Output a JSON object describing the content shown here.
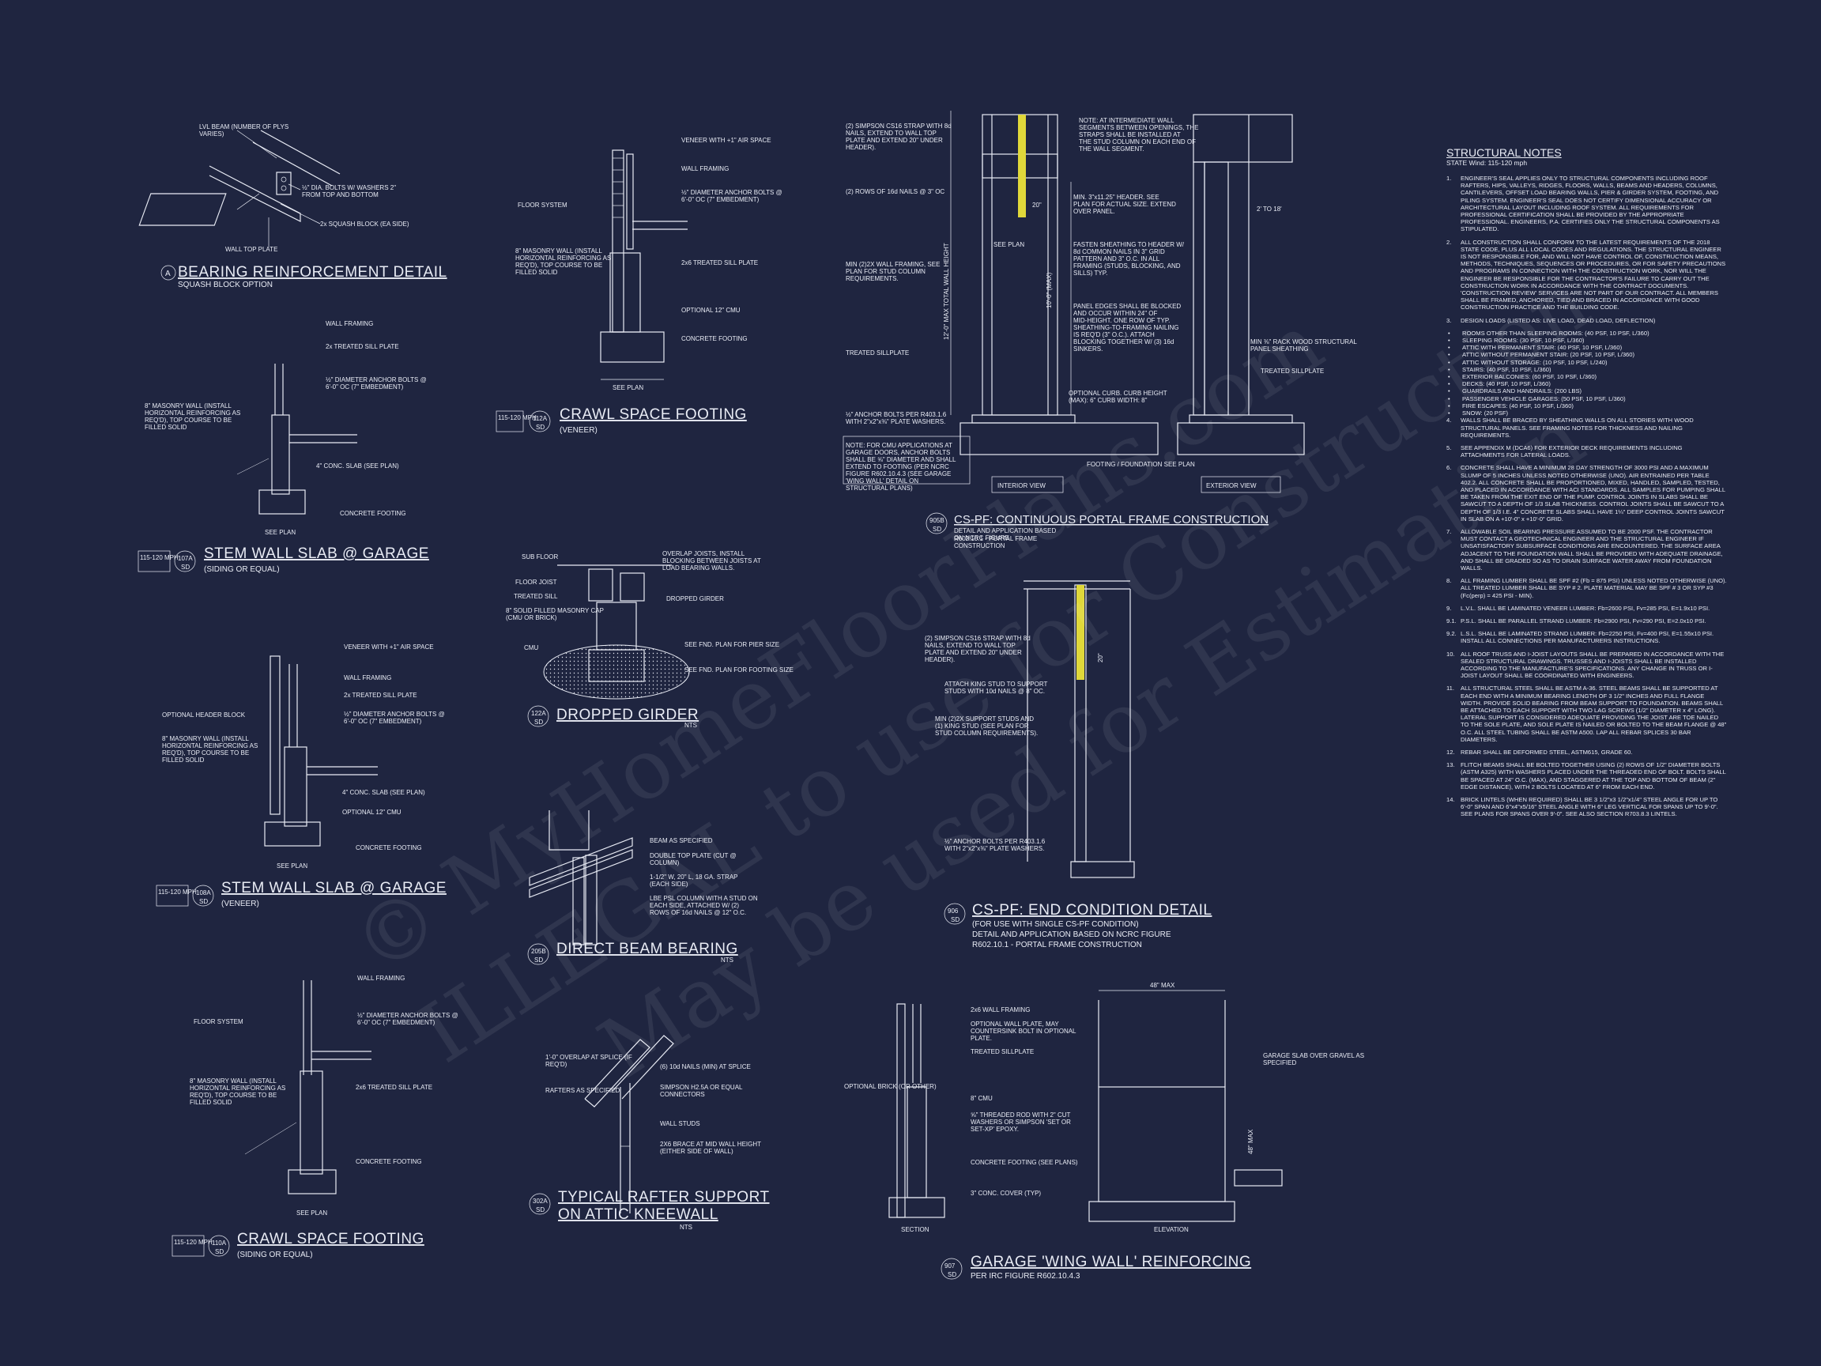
{
  "watermark": {
    "line1": "© MyHomeFloorPlans.com",
    "line2": "ILLEGAL to use for Construction",
    "line3": "May be used for Estimation"
  },
  "details": [
    {
      "id": "A",
      "ref": "A",
      "title": "BEARING REINFORCEMENT DETAIL",
      "subtitle": "SQUASH BLOCK OPTION",
      "callouts": [
        "LVL BEAM (NUMBER OF PLYS VARIES)",
        "½\" DIA. BOLTS W/ WASHERS 2\" FROM TOP AND BOTTOM",
        "2x SQUASH BLOCK (EA SIDE)",
        "WALL TOP PLATE"
      ]
    },
    {
      "id": "112A",
      "ref": "112A",
      "sheet": "SD",
      "wind": "115-120 MPH",
      "title": "CRAWL SPACE FOOTING",
      "subtitle": "(VENEER)",
      "callouts": [
        "VENEER WITH +1\" AIR SPACE",
        "WALL FRAMING",
        "½\" DIAMETER ANCHOR BOLTS @ 6'-0\" OC (7\" EMBEDMENT)",
        "FLOOR SYSTEM",
        "8\" MASONRY WALL (INSTALL HORIZONTAL REINFORCING AS REQ'D), TOP COURSE TO BE FILLED SOLID",
        "2x6 TREATED SILL PLATE",
        "OPTIONAL 12\" CMU",
        "CONCRETE FOOTING",
        "SEE PLAN"
      ]
    },
    {
      "id": "107A",
      "ref": "107A",
      "sheet": "SD",
      "wind": "115-120 MPH",
      "title": "STEM WALL SLAB @ GARAGE",
      "subtitle": "(SIDING OR EQUAL)",
      "callouts": [
        "WALL FRAMING",
        "2x TREATED SILL PLATE",
        "½\" DIAMETER ANCHOR BOLTS @ 6'-0\" OC (7\" EMBEDMENT)",
        "8\" MASONRY WALL (INSTALL HORIZONTAL REINFORCING AS REQ'D), TOP COURSE TO BE FILLED SOLID",
        "4\" CONC. SLAB (SEE PLAN)",
        "CONCRETE FOOTING",
        "SEE PLAN"
      ]
    },
    {
      "id": "122A",
      "ref": "122A",
      "sheet": "SD",
      "title": "DROPPED GIRDER",
      "subtitle": "NTS",
      "callouts": [
        "SUB FLOOR",
        "OVERLAP JOISTS, INSTALL BLOCKING BETWEEN JOISTS AT LOAD BEARING WALLS.",
        "FLOOR JOIST",
        "TREATED SILL",
        "8\" SOLID FILLED MASONRY CAP (CMU OR BRICK)",
        "DROPPED GIRDER",
        "CMU",
        "SEE FND. PLAN FOR PIER SIZE",
        "SEE FND. PLAN FOR FOOTING SIZE"
      ]
    },
    {
      "id": "108A",
      "ref": "108A",
      "sheet": "SD",
      "wind": "115-120 MPH",
      "title": "STEM WALL SLAB @ GARAGE",
      "subtitle": "(VENEER)",
      "callouts": [
        "VENEER WITH +1\" AIR SPACE",
        "WALL FRAMING",
        "OPTIONAL HEADER BLOCK",
        "2x TREATED SILL PLATE",
        "½\" DIAMETER ANCHOR BOLTS @ 6'-0\" OC (7\" EMBEDMENT)",
        "8\" MASONRY WALL (INSTALL HORIZONTAL REINFORCING AS REQ'D), TOP COURSE TO BE FILLED SOLID",
        "4\" CONC. SLAB (SEE PLAN)",
        "OPTIONAL 12\" CMU",
        "CONCRETE FOOTING",
        "SEE PLAN"
      ]
    },
    {
      "id": "205B",
      "ref": "205B",
      "sheet": "SD",
      "title": "DIRECT BEAM BEARING",
      "subtitle": "NTS",
      "callouts": [
        "BEAM AS SPECIFIED",
        "DOUBLE TOP PLATE (CUT @ COLUMN)",
        "1-1/2\" W, 20\" L, 18 GA. STRAP (EACH SIDE)",
        "LBE PSL COLUMN WITH A STUD ON EACH SIDE, ATTACHED W/ (2) ROWS OF 16d NAILS @ 12\" O.C."
      ]
    },
    {
      "id": "110A",
      "ref": "110A",
      "sheet": "SD",
      "wind": "115-120 MPH",
      "title": "CRAWL SPACE FOOTING",
      "subtitle": "(SIDING OR EQUAL)",
      "callouts": [
        "WALL FRAMING",
        "½\" DIAMETER ANCHOR BOLTS @ 6'-0\" OC (7\" EMBEDMENT)",
        "FLOOR SYSTEM",
        "8\" MASONRY WALL (INSTALL HORIZONTAL REINFORCING AS REQ'D), TOP COURSE TO BE FILLED SOLID",
        "2x6 TREATED SILL PLATE",
        "CONCRETE FOOTING",
        "SEE PLAN"
      ]
    },
    {
      "id": "302A",
      "ref": "302A",
      "sheet": "SD",
      "title": "TYPICAL RAFTER SUPPORT",
      "title2": "ON ATTIC KNEEWALL",
      "subtitle": "NTS",
      "callouts": [
        "1'-0\" OVERLAP AT SPLICE (IF REQ'D)",
        "(6) 10d NAILS (MIN) AT SPLICE",
        "RAFTERS AS SPECIFIED",
        "SIMPSON H2.5A OR EQUAL CONNECTORS",
        "WALL STUDS",
        "2X6 BRACE AT MID WALL HEIGHT (EITHER SIDE OF WALL)"
      ]
    },
    {
      "id": "905B",
      "ref": "905B",
      "sheet": "SD",
      "title": "CS-PF: CONTINUOUS PORTAL FRAME CONSTRUCTION",
      "subtitle": "DETAIL AND APPLICATION BASED ON NCRC FIGURE",
      "subtitle2": "R602.10.1 - PORTAL FRAME CONSTRUCTION",
      "callouts": [
        "(2) SIMPSON CS16 STRAP WITH 8d NAILS, EXTEND TO WALL TOP PLATE AND EXTEND 20\" UNDER HEADER).",
        "(2) ROWS OF 16d NAILS @ 3\" OC",
        "MIN (2)2X WALL FRAMING, SEE PLAN FOR STUD COLUMN REQUIREMENTS.",
        "TREATED SILLPLATE",
        "½\" ANCHOR BOLTS PER R403.1.6 WITH 2\"x2\"x⅜\" PLATE WASHERS.",
        "NOTE: FOR CMU APPLICATIONS AT GARAGE DOORS, ANCHOR BOLTS SHALL BE ⅝\" DIAMETER AND SHALL EXTEND TO FOOTING (PER NCRC FIGURE R602.10.4.3 (SEE GARAGE 'WING WALL' DETAIL ON STRUCTURAL PLANS)",
        "NOTE: AT INTERMEDIATE WALL SEGMENTS BETWEEN OPENINGS, THE STRAPS SHALL BE INSTALLED AT THE STUD COLUMN ON EACH END OF THE WALL SEGMENT.",
        "MIN. 3\"x11.25\" HEADER. SEE PLAN FOR ACTUAL SIZE. EXTEND OVER PANEL.",
        "FASTEN SHEATHING TO HEADER W/ 8d COMMON NAILS IN 3\" GRID PATTERN AND 3\" O.C. IN ALL FRAMING (STUDS, BLOCKING, AND SILLS) TYP.",
        "PANEL EDGES SHALL BE BLOCKED AND OCCUR WITHIN 24\" OF MID-HEIGHT. ONE ROW OF TYP. SHEATHING-TO-FRAMING NAILING IS REQ'D (3\" O.C.). ATTACH BLOCKING TOGETHER W/ (3) 16d SINKERS.",
        "MIN ⅜\" RACK WOOD STRUCTURAL PANEL SHEATHING",
        "TREATED SILLPLATE",
        "OPTIONAL CURB. CURB HEIGHT (MAX): 6\" CURB WIDTH: 8\"",
        "FOOTING / FOUNDATION SEE PLAN",
        "2' TO 18'",
        "20\"",
        "SEE PLAN",
        "10'-0\" (MAX)",
        "12'-0\" MAX TOTAL WALL HEIGHT"
      ],
      "view1": "INTERIOR VIEW",
      "view2": "EXTERIOR VIEW"
    },
    {
      "id": "906",
      "ref": "906",
      "sheet": "SD",
      "title": "CS-PF: END CONDITION DETAIL",
      "subtitle": "(FOR USE WITH SINGLE CS-PF CONDITION)",
      "subtitle2": "DETAIL AND APPLICATION BASED ON NCRC FIGURE",
      "subtitle3": "R602.10.1 - PORTAL FRAME CONSTRUCTION",
      "callouts": [
        "(2) SIMPSON CS16 STRAP WITH 8d NAILS, EXTEND TO WALL TOP PLATE AND EXTEND 20\" UNDER HEADER).",
        "ATTACH KING STUD TO SUPPORT STUDS WITH 10d NAILS @ 8\" OC.",
        "MIN (2)2X SUPPORT STUDS AND (1) KING STUD (SEE PLAN FOR STUD COLUMN REQUIREMENTS).",
        "½\" ANCHOR BOLTS PER R403.1.6 WITH 2\"x2\"x⅜\" PLATE WASHERS.",
        "20\""
      ]
    },
    {
      "id": "907",
      "ref": "907",
      "sheet": "SD",
      "title": "GARAGE 'WING WALL' REINFORCING",
      "subtitle": "PER IRC FIGURE R602.10.4.3",
      "callouts": [
        "2x6 WALL FRAMING",
        "OPTIONAL WALL PLATE, MAY COUNTERSINK BOLT IN OPTIONAL PLATE.",
        "TREATED SILLPLATE",
        "OPTIONAL BRICK (OR OTHER)",
        "8\" CMU",
        "⅝\" THREADED ROD WITH 2\" CUT WASHERS OR SIMPSON 'SET OR SET-XP' EPOXY.",
        "CONCRETE FOOTING (SEE PLANS)",
        "3\" CONC. COVER (TYP)",
        "GARAGE SLAB OVER GRAVEL AS SPECIFIED",
        "48\" MAX",
        "48\" MAX",
        "SECTION",
        "ELEVATION"
      ]
    }
  ],
  "structural_notes": {
    "title": "STRUCTURAL NOTES",
    "state": "STATE Wind: 115-120 mph",
    "items": [
      {
        "n": "1.",
        "text": "ENGINEER'S SEAL APPLIES ONLY TO STRUCTURAL COMPONENTS INCLUDING ROOF RAFTERS, HIPS, VALLEYS, RIDGES, FLOORS, WALLS, BEAMS AND HEADERS, COLUMNS, CANTILEVERS, OFFSET LOAD BEARING WALLS, PIER & GIRDER SYSTEM, FOOTING, AND PILING SYSTEM. ENGINEER'S SEAL DOES NOT CERTIFY DIMENSIONAL ACCURACY OR ARCHITECTURAL LAYOUT INCLUDING ROOF SYSTEM. ALL REQUIREMENTS FOR PROFESSIONAL CERTIFICATION SHALL BE PROVIDED BY THE APPROPRIATE PROFESSIONAL. ENGINEERS, P.A. CERTIFIES ONLY THE STRUCTURAL COMPONENTS AS STIPULATED."
      },
      {
        "n": "2.",
        "text": "ALL CONSTRUCTION SHALL CONFORM TO THE LATEST REQUIREMENTS OF THE 2018 STATE CODE, PLUS ALL LOCAL CODES AND REGULATIONS. THE STRUCTURAL ENGINEER IS NOT RESPONSIBLE FOR, AND WILL NOT HAVE CONTROL OF, CONSTRUCTION MEANS, METHODS, TECHNIQUES, SEQUENCES OR PROCEDURES, OR FOR SAFETY PRECAUTIONS AND PROGRAMS IN CONNECTION WITH THE CONSTRUCTION WORK, NOR WILL THE ENGINEER BE RESPONSIBLE FOR THE CONTRACTOR'S FAILURE TO CARRY OUT THE CONSTRUCTION WORK IN ACCORDANCE WITH THE CONTRACT DOCUMENTS. 'CONSTRUCTION REVIEW' SERVICES ARE NOT PART OF OUR CONTRACT. ALL MEMBERS SHALL BE FRAMED, ANCHORED, TIED AND BRACED IN ACCORDANCE WITH GOOD CONSTRUCTION PRACTICE AND THE BUILDING CODE."
      },
      {
        "n": "3.",
        "text": "DESIGN LOADS (LISTED AS: LIVE LOAD, DEAD LOAD, DEFLECTION)"
      },
      {
        "n": "•",
        "text": "ROOMS OTHER THAN SLEEPING ROOMS: (40 PSF, 10 PSF, L/360)"
      },
      {
        "n": "•",
        "text": "SLEEPING ROOMS: (30 PSF, 10 PSF, L/360)"
      },
      {
        "n": "•",
        "text": "ATTIC WITH PERMANENT STAIR: (40 PSF, 10 PSF, L/360)"
      },
      {
        "n": "•",
        "text": "ATTIC WITHOUT PERMANENT STAIR: (20 PSF, 10 PSF, L/360)"
      },
      {
        "n": "•",
        "text": "ATTIC WITHOUT STORAGE: (10 PSF, 10 PSF, L/240)"
      },
      {
        "n": "•",
        "text": "STAIRS: (40 PSF, 10 PSF, L/360)"
      },
      {
        "n": "•",
        "text": "EXTERIOR BALCONIES: (60 PSF, 10 PSF, L/360)"
      },
      {
        "n": "•",
        "text": "DECKS: (40 PSF, 10 PSF, L/360)"
      },
      {
        "n": "•",
        "text": "GUARDRAILS AND HANDRAILS: (200 LBS)"
      },
      {
        "n": "•",
        "text": "PASSENGER VEHICLE GARAGES: (50 PSF, 10 PSF, L/360)"
      },
      {
        "n": "•",
        "text": "FIRE ESCAPES: (40 PSF, 10 PSF, L/360)"
      },
      {
        "n": "•",
        "text": "SNOW: (20 PSF)"
      },
      {
        "n": "4.",
        "text": "WALLS SHALL BE BRACED BY SHEATHING WALLS ON ALL STORIES WITH WOOD STRUCTURAL PANELS. SEE FRAMING NOTES FOR THICKNESS AND NAILING REQUIREMENTS."
      },
      {
        "n": "5.",
        "text": "SEE APPENDIX M (DCA6) FOR EXTERIOR DECK REQUIREMENTS INCLUDING ATTACHMENTS FOR LATERAL LOADS."
      },
      {
        "n": "6.",
        "text": "CONCRETE SHALL HAVE A MINIMUM 28 DAY STRENGTH OF 3000 PSI AND A MAXIMUM SLUMP OF 5 INCHES UNLESS NOTED OTHERWISE (UNO). AIR ENTRAINED PER TABLE 402.2. ALL CONCRETE SHALL BE PROPORTIONED, MIXED, HANDLED, SAMPLED, TESTED, AND PLACED IN ACCORDANCE WITH ACI STANDARDS. ALL SAMPLES FOR PUMPING SHALL BE TAKEN FROM THE EXIT END OF THE PUMP. CONTROL JOINTS IN SLABS SHALL BE SAWCUT TO A DEPTH OF 1/3 SLAB THICKNESS. CONTROL JOINTS SHALL BE SAWCUT TO A DEPTH OF 1/3 I.E. 4\" CONCRETE SLABS SHALL HAVE 1¼\" DEEP CONTROL JOINTS SAWCUT IN SLAB ON A +10'-0\" x +10'-0\" GRID."
      },
      {
        "n": "7.",
        "text": "ALLOWABLE SOIL BEARING PRESSURE ASSUMED TO BE 2000 PSF. THE CONTRACTOR MUST CONTACT A GEOTECHNICAL ENGINEER AND THE STRUCTURAL ENGINEER IF UNSATISFACTORY SUBSURFACE CONDITIONS ARE ENCOUNTERED. THE SURFACE AREA ADJACENT TO THE FOUNDATION WALL SHALL BE PROVIDED WITH ADEQUATE DRAINAGE, AND SHALL BE GRADED SO AS TO DRAIN SURFACE WATER AWAY FROM FOUNDATION WALLS."
      },
      {
        "n": "8.",
        "text": "ALL FRAMING LUMBER SHALL BE SPF #2 (Fb = 875 PSI) UNLESS NOTED OTHERWISE (UNO). ALL TREATED LUMBER SHALL BE SYP # 2. PLATE MATERIAL MAY BE SPF # 3 OR SYP #3 (Fc(perp) = 425 PSI - MIN)."
      },
      {
        "n": "9.",
        "text": "L.V.L. SHALL BE LAMINATED VENEER LUMBER: Fb=2600 PSI, Fv=285 PSI, E=1.9x10 PSI."
      },
      {
        "n": "9.1.",
        "text": "P.S.L. SHALL BE PARALLEL STRAND LUMBER: Fb=2900 PSI, Fv=290 PSI, E=2.0x10 PSI."
      },
      {
        "n": "9.2.",
        "text": "L.S.L. SHALL BE LAMINATED STRAND LUMBER: Fb=2250 PSI, Fv=400 PSI, E=1.55x10 PSI. INSTALL ALL CONNECTIONS PER MANUFACTURERS INSTRUCTIONS."
      },
      {
        "n": "10.",
        "text": "ALL ROOF TRUSS AND I-JOIST LAYOUTS SHALL BE PREPARED IN ACCORDANCE WITH THE SEALED STRUCTURAL DRAWINGS. TRUSSES AND I-JOISTS SHALL BE INSTALLED ACCORDING TO THE MANUFACTURE'S SPECIFICATIONS. ANY CHANGE IN TRUSS OR I-JOIST LAYOUT SHALL BE COORDINATED WITH ENGINEERS."
      },
      {
        "n": "11.",
        "text": "ALL STRUCTURAL STEEL SHALL BE ASTM A-36. STEEL BEAMS SHALL BE SUPPORTED AT EACH END WITH A MINIMUM BEARING LENGTH OF 3 1/2\" INCHES AND FULL FLANGE WIDTH. PROVIDE SOLID BEARING FROM BEAM SUPPORT TO FOUNDATION. BEAMS SHALL BE ATTACHED TO EACH SUPPORT WITH TWO LAG SCREWS (1/2\" DIAMETER x 4\" LONG). LATERAL SUPPORT IS CONSIDERED ADEQUATE PROVIDING THE JOIST ARE TOE NAILED TO THE SOLE PLATE, AND SOLE PLATE IS NAILED OR BOLTED TO THE BEAM FLANGE @ 48\" O.C. ALL STEEL TUBING SHALL BE ASTM A500. LAP ALL REBAR SPLICES 30 BAR DIAMETERS."
      },
      {
        "n": "12.",
        "text": "REBAR SHALL BE DEFORMED STEEL, ASTM615, GRADE 60."
      },
      {
        "n": "13.",
        "text": "FLITCH BEAMS SHALL BE BOLTED TOGETHER USING (2) ROWS OF 1/2\" DIAMETER BOLTS (ASTM A325) WITH WASHERS PLACED UNDER THE THREADED END OF BOLT. BOLTS SHALL BE SPACED AT 24\" O.C. (MAX), AND STAGGERED AT THE TOP AND BOTTOM OF BEAM (2\" EDGE DISTANCE), WITH 2 BOLTS LOCATED AT 6\" FROM EACH END."
      },
      {
        "n": "14.",
        "text": "BRICK LINTELS (WHEN REQUIRED) SHALL BE 3 1/2\"x3 1/2\"x1/4\" STEEL ANGLE FOR UP TO 6'-0\" SPAN AND 6\"x4\"x5/16\" STEEL ANGLE WITH 6\" LEG VERTICAL FOR SPANS UP TO 9'-0\". SEE PLANS FOR SPANS OVER 9'-0\". SEE ALSO SECTION R703.8.3 LINTELS."
      }
    ]
  }
}
